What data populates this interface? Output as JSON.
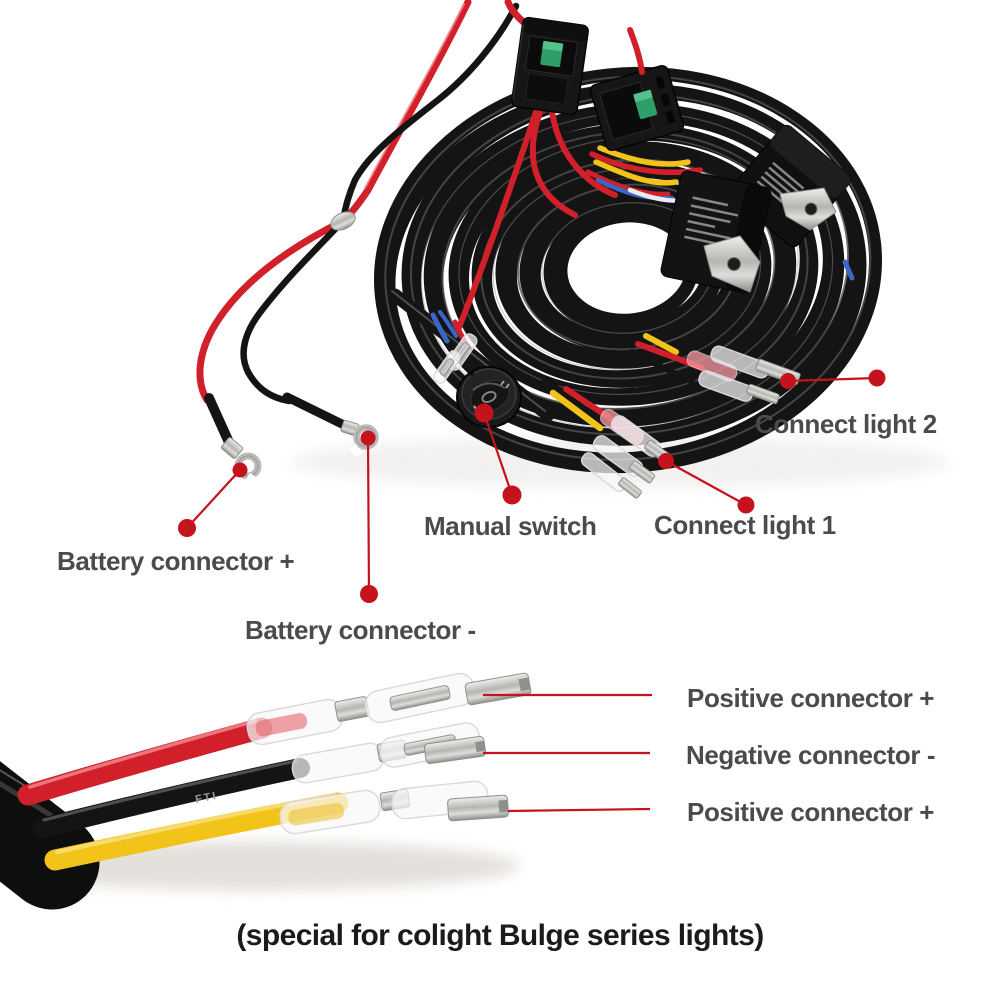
{
  "annotations": {
    "battery_positive": "Battery connector +",
    "battery_negative": "Battery connector -",
    "manual_switch": "Manual switch",
    "connect_light_1": "Connect light 1",
    "connect_light_2": "Connect light 2",
    "positive_connector_top": "Positive connector +",
    "negative_connector": "Negative connector -",
    "positive_connector_bottom": "Positive connector +"
  },
  "caption": "(special for colight Bulge series lights)",
  "wire_print": "FTI",
  "colors": {
    "background": "#ffffff",
    "label_text": "#4b4b4d",
    "caption_text": "#1b1b1b",
    "leader": "#c5131d",
    "wire_red": "#d1202a",
    "wire_yellow": "#f2c318",
    "wire_blue": "#3a66c8",
    "wire_black": "#141414",
    "fuse_green": "#2f9e68",
    "metal": "#b5b5b1"
  }
}
